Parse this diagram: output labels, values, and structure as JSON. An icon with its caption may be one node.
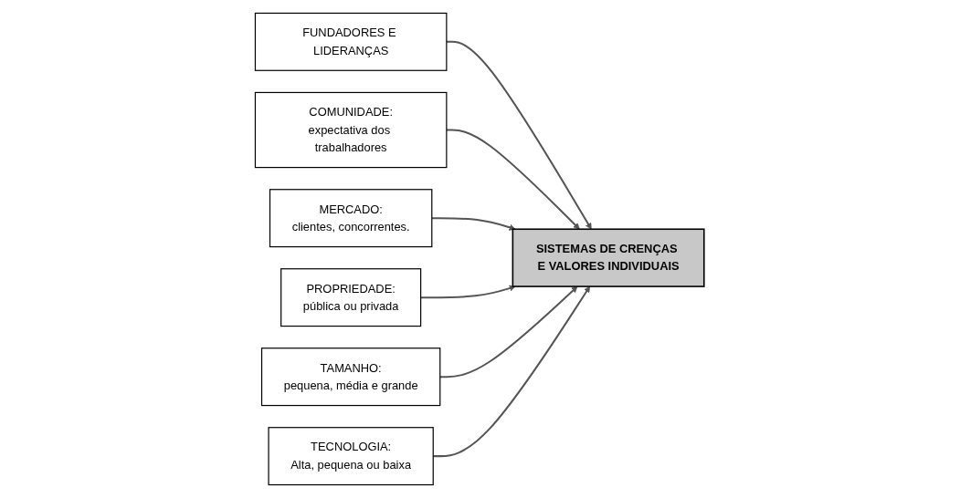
{
  "diagram": {
    "nodes": [
      {
        "text": [
          "FUNDADORES E LIDERANÇAS"
        ]
      },
      {
        "text": [
          "COMUNIDADE:",
          "expectativa dos trabalhadores"
        ]
      },
      {
        "text": [
          "MERCADO:",
          "clientes, concorrentes."
        ]
      },
      {
        "text": [
          "SISTEMAS DE CRENÇAS E VALORES INDIVIDUAIS"
        ]
      },
      {
        "text": [
          "PROPRIEDADE:",
          "pública ou privada"
        ]
      },
      {
        "text": [
          "TAMANHO:",
          "pequena, média e grande"
        ]
      },
      {
        "text": [
          "TECNOLOGIA:",
          "Alta, pequena ou baixa"
        ]
      }
    ],
    "edges": [
      {
        "from": 0,
        "to": 3,
        "arrow": "to"
      },
      {
        "from": 1,
        "to": 3,
        "arrow": "to"
      },
      {
        "from": 2,
        "to": 3,
        "arrow": "to"
      },
      {
        "from": 4,
        "to": 3,
        "arrow": "to"
      },
      {
        "from": 5,
        "to": 3,
        "arrow": "to"
      },
      {
        "from": 6,
        "to": 3,
        "arrow": "to"
      }
    ]
  }
}
